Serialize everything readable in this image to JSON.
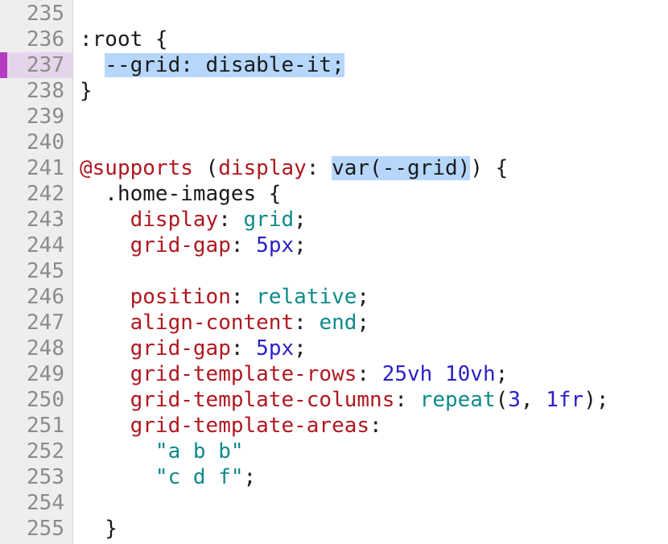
{
  "editor": {
    "lines": [
      {
        "n": "235",
        "tokens": []
      },
      {
        "n": "236",
        "tokens": [
          {
            "t": ":root {",
            "c": "p"
          }
        ]
      },
      {
        "n": "237",
        "current": true,
        "tokens": [
          {
            "t": "  ",
            "c": "p"
          },
          {
            "t": "--grid: disable-it;",
            "c": "p",
            "sel": true
          }
        ]
      },
      {
        "n": "238",
        "tokens": [
          {
            "t": "}",
            "c": "p"
          }
        ]
      },
      {
        "n": "239",
        "tokens": []
      },
      {
        "n": "240",
        "tokens": []
      },
      {
        "n": "241",
        "tokens": [
          {
            "t": "@supports",
            "c": "k"
          },
          {
            "t": " (",
            "c": "p"
          },
          {
            "t": "display",
            "c": "k"
          },
          {
            "t": ": ",
            "c": "p"
          },
          {
            "t": "var(--grid)",
            "c": "p",
            "sel": true
          },
          {
            "t": ") {",
            "c": "p"
          }
        ]
      },
      {
        "n": "242",
        "tokens": [
          {
            "t": "  .home-images {",
            "c": "p"
          }
        ]
      },
      {
        "n": "243",
        "tokens": [
          {
            "t": "    ",
            "c": "p"
          },
          {
            "t": "display",
            "c": "k"
          },
          {
            "t": ": ",
            "c": "p"
          },
          {
            "t": "grid",
            "c": "v"
          },
          {
            "t": ";",
            "c": "p"
          }
        ]
      },
      {
        "n": "244",
        "tokens": [
          {
            "t": "    ",
            "c": "p"
          },
          {
            "t": "grid-gap",
            "c": "k"
          },
          {
            "t": ": ",
            "c": "p"
          },
          {
            "t": "5px",
            "c": "n"
          },
          {
            "t": ";",
            "c": "p"
          }
        ]
      },
      {
        "n": "245",
        "tokens": []
      },
      {
        "n": "246",
        "tokens": [
          {
            "t": "    ",
            "c": "p"
          },
          {
            "t": "position",
            "c": "k"
          },
          {
            "t": ": ",
            "c": "p"
          },
          {
            "t": "relative",
            "c": "v"
          },
          {
            "t": ";",
            "c": "p"
          }
        ]
      },
      {
        "n": "247",
        "tokens": [
          {
            "t": "    ",
            "c": "p"
          },
          {
            "t": "align-content",
            "c": "k"
          },
          {
            "t": ": ",
            "c": "p"
          },
          {
            "t": "end",
            "c": "v"
          },
          {
            "t": ";",
            "c": "p"
          }
        ]
      },
      {
        "n": "248",
        "tokens": [
          {
            "t": "    ",
            "c": "p"
          },
          {
            "t": "grid-gap",
            "c": "k"
          },
          {
            "t": ": ",
            "c": "p"
          },
          {
            "t": "5px",
            "c": "n"
          },
          {
            "t": ";",
            "c": "p"
          }
        ]
      },
      {
        "n": "249",
        "tokens": [
          {
            "t": "    ",
            "c": "p"
          },
          {
            "t": "grid-template-rows",
            "c": "k"
          },
          {
            "t": ": ",
            "c": "p"
          },
          {
            "t": "25vh",
            "c": "n"
          },
          {
            "t": " ",
            "c": "p"
          },
          {
            "t": "10vh",
            "c": "n"
          },
          {
            "t": ";",
            "c": "p"
          }
        ]
      },
      {
        "n": "250",
        "tokens": [
          {
            "t": "    ",
            "c": "p"
          },
          {
            "t": "grid-template-columns",
            "c": "k"
          },
          {
            "t": ": ",
            "c": "p"
          },
          {
            "t": "repeat",
            "c": "v"
          },
          {
            "t": "(",
            "c": "p"
          },
          {
            "t": "3",
            "c": "n"
          },
          {
            "t": ", ",
            "c": "p"
          },
          {
            "t": "1fr",
            "c": "n"
          },
          {
            "t": ");",
            "c": "p"
          }
        ]
      },
      {
        "n": "251",
        "tokens": [
          {
            "t": "    ",
            "c": "p"
          },
          {
            "t": "grid-template-areas",
            "c": "k"
          },
          {
            "t": ":",
            "c": "p"
          }
        ]
      },
      {
        "n": "252",
        "tokens": [
          {
            "t": "      ",
            "c": "p"
          },
          {
            "t": "\"a b b\"",
            "c": "v"
          }
        ]
      },
      {
        "n": "253",
        "tokens": [
          {
            "t": "      ",
            "c": "p"
          },
          {
            "t": "\"c d f\"",
            "c": "v"
          },
          {
            "t": ";",
            "c": "p"
          }
        ]
      },
      {
        "n": "254",
        "tokens": []
      },
      {
        "n": "255",
        "tokens": [
          {
            "t": "  }",
            "c": "p"
          }
        ]
      }
    ]
  },
  "colors": {
    "property": "#b0171f",
    "value": "#0e8a8a",
    "number": "#2b20c9",
    "selection": "#b6d7fb",
    "current_line_gutter": "#e6d5ea",
    "current_line_marker": "#b43bc2"
  }
}
